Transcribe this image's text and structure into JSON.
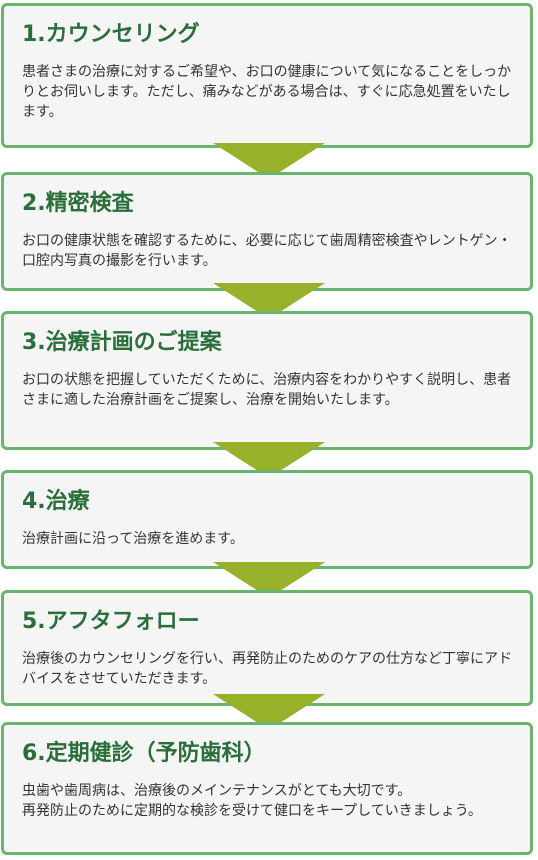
{
  "steps": [
    {
      "title": "1.カウンセリング",
      "description": "患者さまの治療に対するご希望や、お口の健康について気になることをしっかりとお伺いします。ただし、痛みなどがある場合は、すぐに応急処置をいたします。"
    },
    {
      "title": "2.精密検査",
      "description": "お口の健康状態を確認するために、必要に応じて歯周精密検査やレントゲン・口腔内写真の撮影を行います。"
    },
    {
      "title": "3.治療計画のご提案",
      "description": "お口の状態を把握していただくために、治療内容をわかりやすく説明し、患者さまに適した治療計画をご提案し、治療を開始いたします。"
    },
    {
      "title": "4.治療",
      "description": "治療計画に沿って治療を進めます。"
    },
    {
      "title": "5.アフタフォロー",
      "description": "治療後のカウンセリングを行い、再発防止のためのケアの仕方など丁寧にアドバイスをさせていただきます。"
    },
    {
      "title": "6.定期健診（予防歯科）",
      "description": "虫歯や歯周病は、治療後のメインテナンスがとても大切です。\n再発防止のために定期的な検診を受けて健口をキープしていきましょう。"
    }
  ]
}
